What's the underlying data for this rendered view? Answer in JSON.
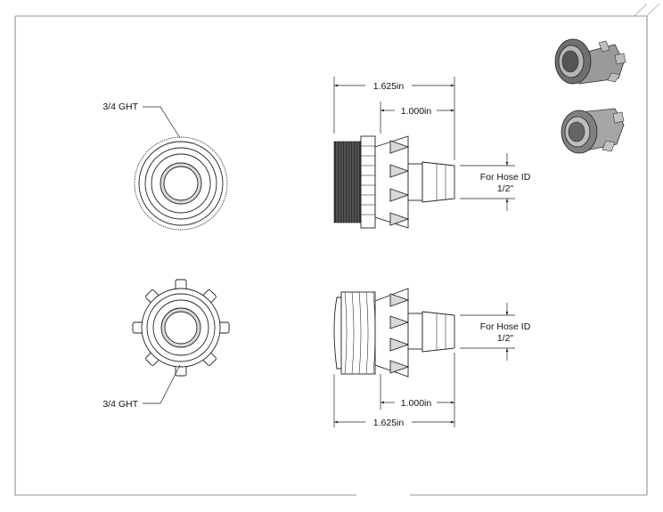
{
  "views": {
    "top_front": {
      "callout": "3/4 GHT"
    },
    "top_side": {
      "overall_length": "1.625in",
      "barb_length": "1.000in",
      "hose_label_line1": "For Hose ID",
      "hose_label_line2": "1/2\""
    },
    "bottom_front": {
      "callout": "3/4 GHT"
    },
    "bottom_side": {
      "overall_length": "1.625in",
      "barb_length": "1.000in",
      "hose_label_line1": "For Hose ID",
      "hose_label_line2": "1/2\""
    }
  }
}
